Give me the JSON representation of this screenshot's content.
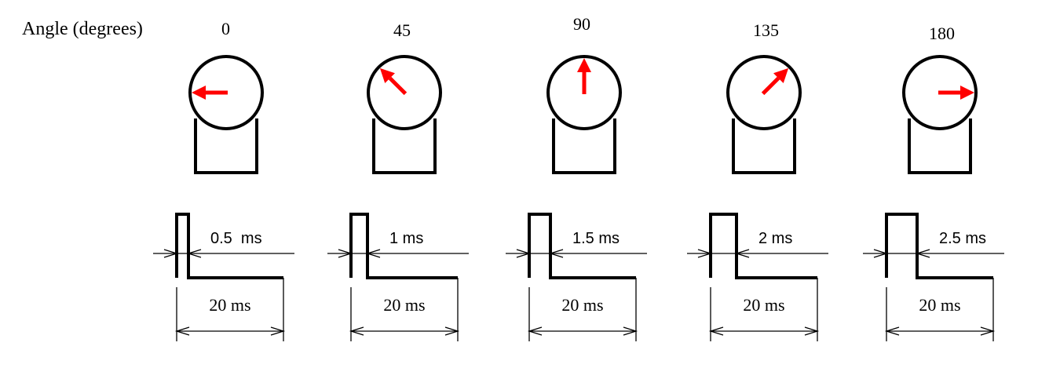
{
  "header_label": "Angle (degrees)",
  "period_label": "20 ms",
  "colors": {
    "line": "#000000",
    "arrow": "#ff0000",
    "background": "#ffffff"
  },
  "positions": [
    {
      "angle": 0,
      "angle_label": "0",
      "pulse_ms": 0.5,
      "pulse_label": "0.5  ms"
    },
    {
      "angle": 45,
      "angle_label": "45",
      "pulse_ms": 1.0,
      "pulse_label": "1 ms"
    },
    {
      "angle": 90,
      "angle_label": "90",
      "pulse_ms": 1.5,
      "pulse_label": "1.5 ms"
    },
    {
      "angle": 135,
      "angle_label": "135",
      "pulse_ms": 2.0,
      "pulse_label": "2 ms"
    },
    {
      "angle": 180,
      "angle_label": "180",
      "pulse_ms": 2.5,
      "pulse_label": "2.5 ms"
    }
  ]
}
